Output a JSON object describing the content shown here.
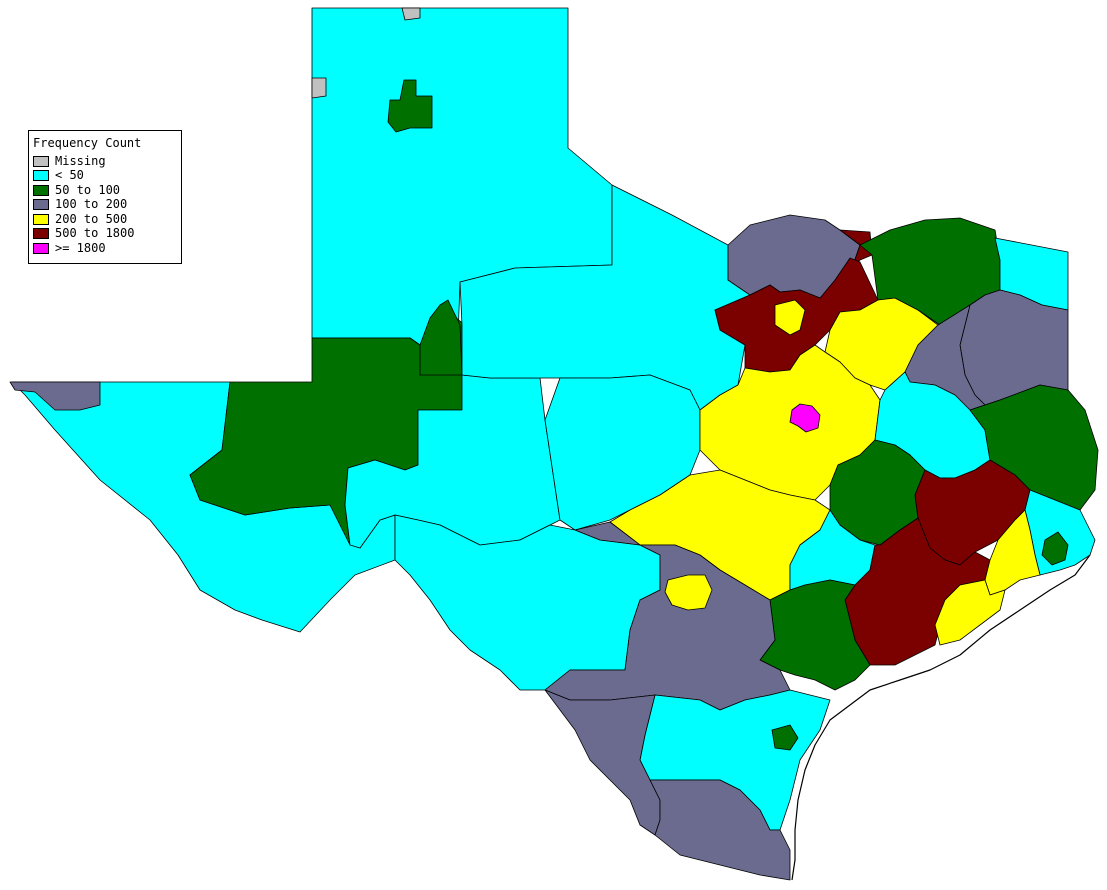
{
  "legend": {
    "title": "Frequency Count",
    "items": [
      {
        "label": "Missing",
        "color": "#c0c0c0"
      },
      {
        "label": "< 50",
        "color": "#00ffff"
      },
      {
        "label": "50 to 100",
        "color": "#007000"
      },
      {
        "label": "100 to 200",
        "color": "#6b6b8f"
      },
      {
        "label": "200 to 500",
        "color": "#ffff00"
      },
      {
        "label": "500 to 1800",
        "color": "#7b0000"
      },
      {
        "label": ">= 1800",
        "color": "#ff00ff"
      }
    ]
  },
  "map": {
    "subject": "Texas",
    "regions": [
      {
        "id": "panhandle-north-lt50",
        "cls": 1
      },
      {
        "id": "panhandle-missing-top",
        "cls": 0
      },
      {
        "id": "panhandle-missing-left",
        "cls": 0
      },
      {
        "id": "amarillo-50to100",
        "cls": 2
      },
      {
        "id": "west-far-lt50",
        "cls": 1
      },
      {
        "id": "el-paso-100to200",
        "cls": 3
      },
      {
        "id": "trans-pecos-50to100",
        "cls": 2
      },
      {
        "id": "permian-50to100",
        "cls": 2
      },
      {
        "id": "big-bend-lt50",
        "cls": 1
      },
      {
        "id": "west-central-lt50",
        "cls": 1
      },
      {
        "id": "hill-country-lt50",
        "cls": 1
      },
      {
        "id": "south-central-lt50",
        "cls": 1
      },
      {
        "id": "south-lt50",
        "cls": 1
      },
      {
        "id": "north-central-100to200",
        "cls": 3
      },
      {
        "id": "denton-500to1800",
        "cls": 5
      },
      {
        "id": "fort-worth-500to1800",
        "cls": 5
      },
      {
        "id": "north-200to500",
        "cls": 4
      },
      {
        "id": "dallas-200to500",
        "cls": 4
      },
      {
        "id": "central-200to500",
        "cls": 4
      },
      {
        "id": "waco-ge1800",
        "cls": 6
      },
      {
        "id": "austin-200to500",
        "cls": 4
      },
      {
        "id": "northeast-50to100",
        "cls": 2
      },
      {
        "id": "texarkana-lt50",
        "cls": 1
      },
      {
        "id": "east-100to200",
        "cls": 3
      },
      {
        "id": "tyler-100to200",
        "cls": 3
      },
      {
        "id": "east-central-lt50",
        "cls": 1
      },
      {
        "id": "deep-east-50to100",
        "cls": 2
      },
      {
        "id": "brazos-50to100",
        "cls": 2
      },
      {
        "id": "houston-north-500to1800",
        "cls": 5
      },
      {
        "id": "beaumont-lt50",
        "cls": 1
      },
      {
        "id": "beaumont-core-50to100",
        "cls": 2
      },
      {
        "id": "bastrop-lt50",
        "cls": 1
      },
      {
        "id": "houston-500to1800",
        "cls": 5
      },
      {
        "id": "galveston-200to500",
        "cls": 4
      },
      {
        "id": "coastal-200to500",
        "cls": 4
      },
      {
        "id": "victoria-50to100",
        "cls": 2
      },
      {
        "id": "san-antonio-south-100to200",
        "cls": 3
      },
      {
        "id": "san-antonio-200to500",
        "cls": 4
      },
      {
        "id": "coastal-bend-lt50",
        "cls": 1
      },
      {
        "id": "corpus-50to100",
        "cls": 2
      },
      {
        "id": "laredo-100to200",
        "cls": 3
      },
      {
        "id": "valley-100to200",
        "cls": 3
      },
      {
        "id": "kingsville-lt50",
        "cls": 1
      }
    ]
  }
}
